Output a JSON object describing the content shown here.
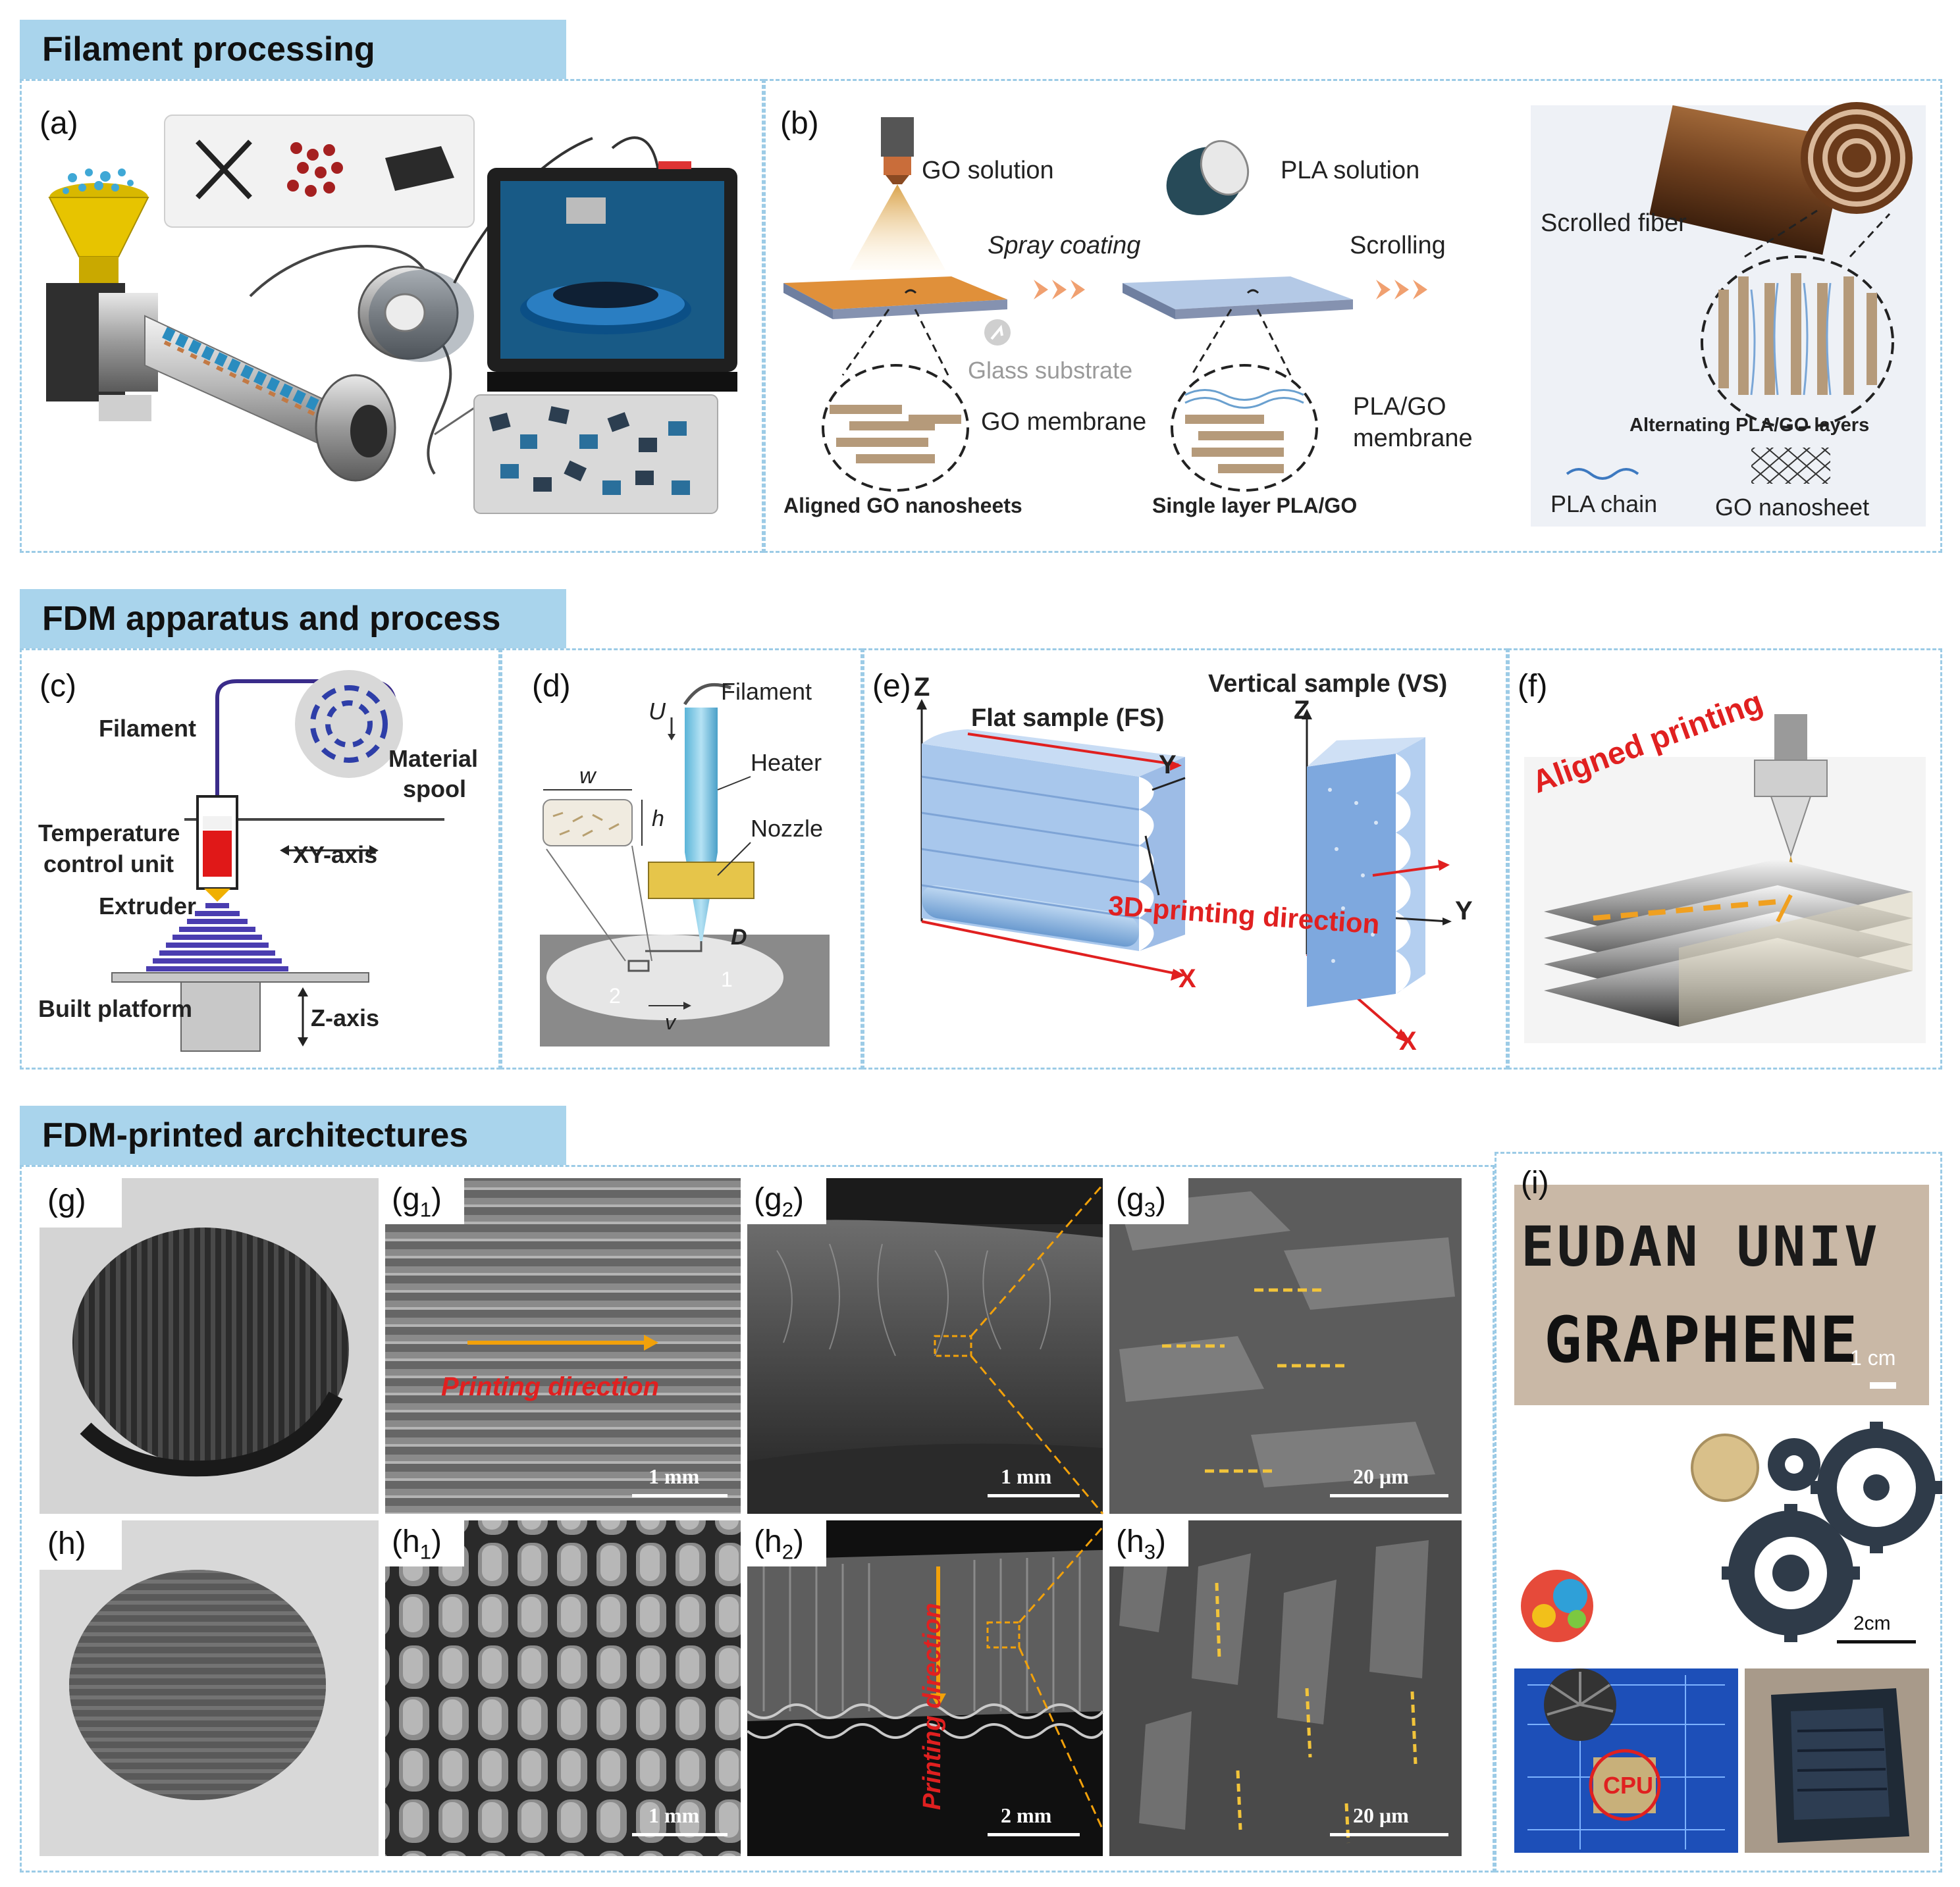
{
  "sections": {
    "filament": "Filament processing",
    "fdm": "FDM apparatus and process",
    "arch": "FDM-printed architectures"
  },
  "panels": {
    "a": "(a)",
    "b": "(b)",
    "c": "(c)",
    "d": "(d)",
    "e": "(e)",
    "f": "(f)",
    "g": "(g)",
    "g1": "(g",
    "g2": "(g",
    "g3": "(g",
    "h": "(h)",
    "h1": "(h",
    "h2": "(h",
    "h3": "(h",
    "i": "(i)",
    "sub1": "1",
    "sub2": "2",
    "sub3": "3",
    "close": ")"
  },
  "b_labels": {
    "go_solution": "GO solution",
    "pla_solution": "PLA solution",
    "spray": "Spray coating",
    "scrolling": "Scrolling",
    "glass": "Glass substrate",
    "go_membrane": "GO membrane",
    "pla_go_membrane_1": "PLA/GO",
    "pla_go_membrane_2": "membrane",
    "aligned": "Aligned GO nanosheets",
    "single": "Single layer PLA/GO",
    "scrolled": "Scrolled fiber",
    "alternating": "Alternating PLA/GO layers",
    "pla_chain": "PLA chain",
    "go_nanosheet": "GO nanosheet"
  },
  "c_labels": {
    "filament": "Filament",
    "material_1": "Material",
    "material_2": "spool",
    "temp_1": "Temperature",
    "temp_2": "control unit",
    "xy": "XY-axis",
    "extruder": "Extruder",
    "platform": "Built platform",
    "z": "Z-axis"
  },
  "d_labels": {
    "filament": "Filament",
    "heater": "Heater",
    "nozzle": "Nozzle",
    "u": "U",
    "w": "w",
    "h": "h",
    "D": "D",
    "v": "v",
    "one": "1",
    "two": "2"
  },
  "e_labels": {
    "flat": "Flat sample (FS)",
    "vertical": "Vertical sample (VS)",
    "z": "Z",
    "y": "Y",
    "x": "X",
    "direction": "3D-printing direction"
  },
  "f_labels": {
    "aligned": "Aligned printing"
  },
  "g_labels": {
    "g1_dir": "Printing direction",
    "h2_dir": "Printing direction",
    "s_1mm": "1 mm",
    "s_2mm": "2 mm",
    "s_20um": "20 μm",
    "s_1cm": "1 cm",
    "s_2cm": "2cm",
    "fudan": "EUDAN UNIV",
    "graphene": "GRAPHENE",
    "cpu": "CPU"
  },
  "colors": {
    "banner": "#a9d4ec",
    "dash": "#9ccbe6",
    "accent_red": "#d42a2a",
    "accent_orange": "#f0a23a",
    "platform_purple": "#4a3db0"
  }
}
